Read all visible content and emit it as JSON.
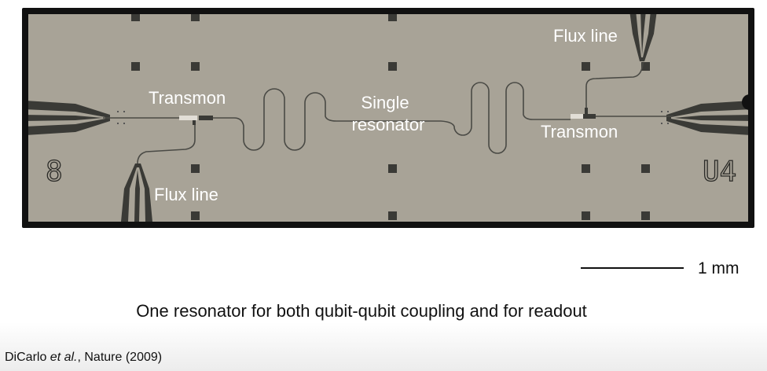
{
  "diagram": {
    "labels": {
      "transmon_left": "Transmon",
      "transmon_right": "Transmon",
      "flux_line_left": "Flux line",
      "flux_line_right": "Flux line",
      "resonator_line1": "Single",
      "resonator_line2": "resonator"
    },
    "chip_marks": {
      "left": "8",
      "right": "U4"
    },
    "colors": {
      "substrate": "#a8a397",
      "frame": "#111111",
      "metal_dark": "#3a3a36",
      "label": "#ffffff"
    }
  },
  "scale_bar": {
    "label": "1 mm"
  },
  "caption": "One resonator for both qubit-qubit coupling and for readout",
  "citation": {
    "authors": "DiCarlo",
    "etal": "et al.",
    "journal": ", Nature (2009)"
  }
}
